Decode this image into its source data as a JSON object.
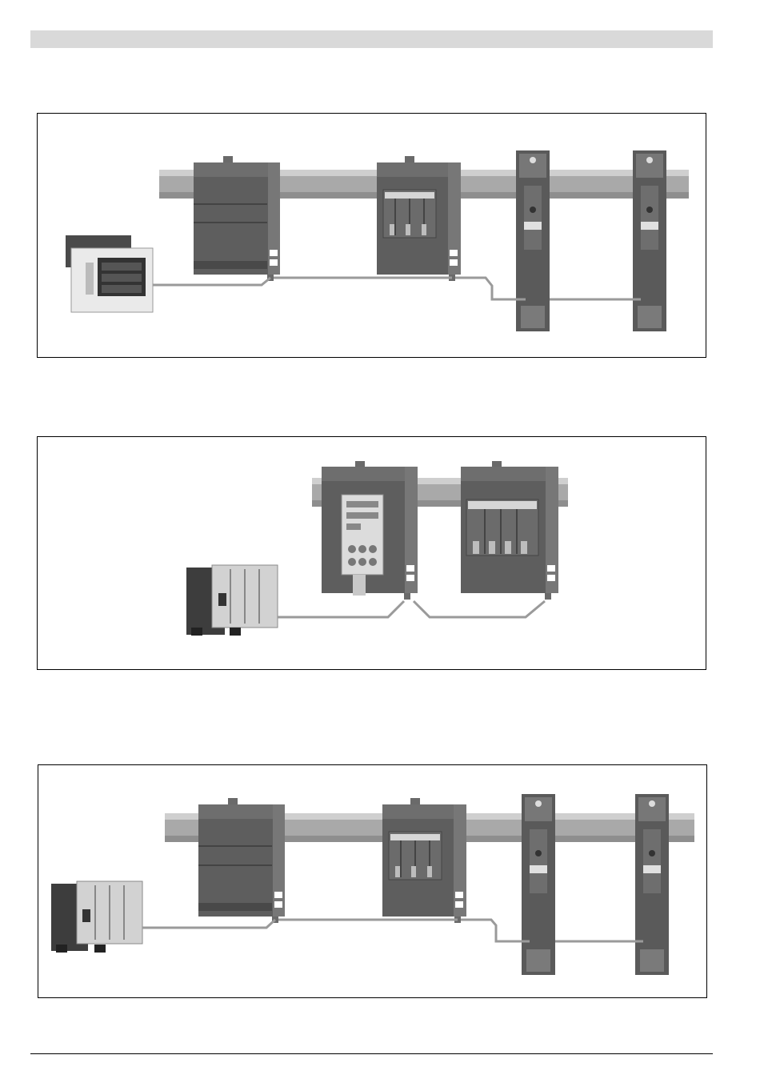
{
  "page": {
    "header_bar": "",
    "figures": [
      {
        "name": "system-1",
        "host": "panel-meter",
        "devices": [
          "circuit-breaker-module",
          "fuse-switch-module",
          "slim-fuse-strip",
          "slim-fuse-strip"
        ]
      },
      {
        "name": "system-2",
        "host": "plc-controller",
        "devices": [
          "display-breaker-module",
          "fuse-switch-module"
        ]
      },
      {
        "name": "system-3",
        "host": "plc-controller",
        "devices": [
          "circuit-breaker-module",
          "fuse-switch-module",
          "slim-fuse-strip",
          "slim-fuse-strip"
        ]
      }
    ]
  },
  "colors": {
    "rail": "#a9a9a9",
    "rail_light": "#cfcfcf",
    "module_dark": "#5e5e5e",
    "module_mid": "#777777",
    "cable": "#9a9a9a"
  }
}
